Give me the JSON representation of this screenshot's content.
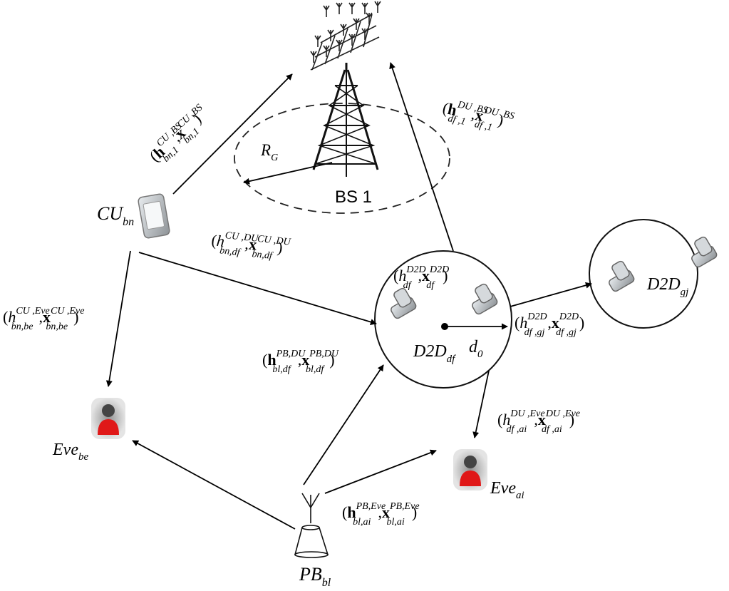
{
  "nodes": {
    "bs": "BS 1",
    "radius": {
      "base": "R",
      "sub": "G"
    },
    "cu": {
      "base": "CU",
      "sub": "bn"
    },
    "d2d_df": {
      "base": "D2D",
      "sub": "df"
    },
    "d2d_gj": {
      "base": "D2D",
      "sub": "gj"
    },
    "d0": {
      "base": "d",
      "sub": "0"
    },
    "eve_be": {
      "base": "Eve",
      "sub": "be"
    },
    "eve_ai": {
      "base": "Eve",
      "sub": "ai"
    },
    "pb": {
      "base": "PB",
      "sub": "bl"
    }
  },
  "links": {
    "cu_bs": {
      "h_sup": "CU ,BS",
      "h_sub": "bn,1",
      "x_sup": "CU ,BS",
      "x_sub": "bn,1"
    },
    "du_bs": {
      "h_sup": "DU ,BS",
      "h_sub": "df ,1",
      "x_sup": "DU ,BS",
      "x_sub": "df ,1"
    },
    "cu_du": {
      "h_sup": "CU ,DU",
      "h_sub": "bn,df",
      "x_sup": "CU ,DU",
      "x_sub": "bn,df"
    },
    "d2d_self": {
      "h_sup": "D2D",
      "h_sub": "df",
      "x_sup": "D2D",
      "x_sub": "df"
    },
    "d2d_gj": {
      "h_sup": "D2D",
      "h_sub": "df ,gj",
      "x_sup": "D2D",
      "x_sub": "df ,gj"
    },
    "cu_eve": {
      "h_sup": "CU ,Eve",
      "h_sub": "bn,be",
      "x_sup": "CU ,Eve",
      "x_sub": "bn,be"
    },
    "pb_du": {
      "h_sup": "PB,DU",
      "h_sub": "bl,df",
      "x_sup": "PB,DU",
      "x_sub": "bl,df"
    },
    "du_eve": {
      "h_sup": "DU ,Eve",
      "h_sub": "df ,ai",
      "x_sup": "DU ,Eve",
      "x_sub": "df ,ai"
    },
    "pb_eve": {
      "h_sup": "PB,Eve",
      "h_sub": "bl,ai",
      "x_sup": "PB,Eve",
      "x_sub": "bl,ai"
    }
  },
  "colors": {
    "eve_body": "#e01818",
    "eve_shadow": "#555555",
    "phone": "#b8bcc0"
  }
}
